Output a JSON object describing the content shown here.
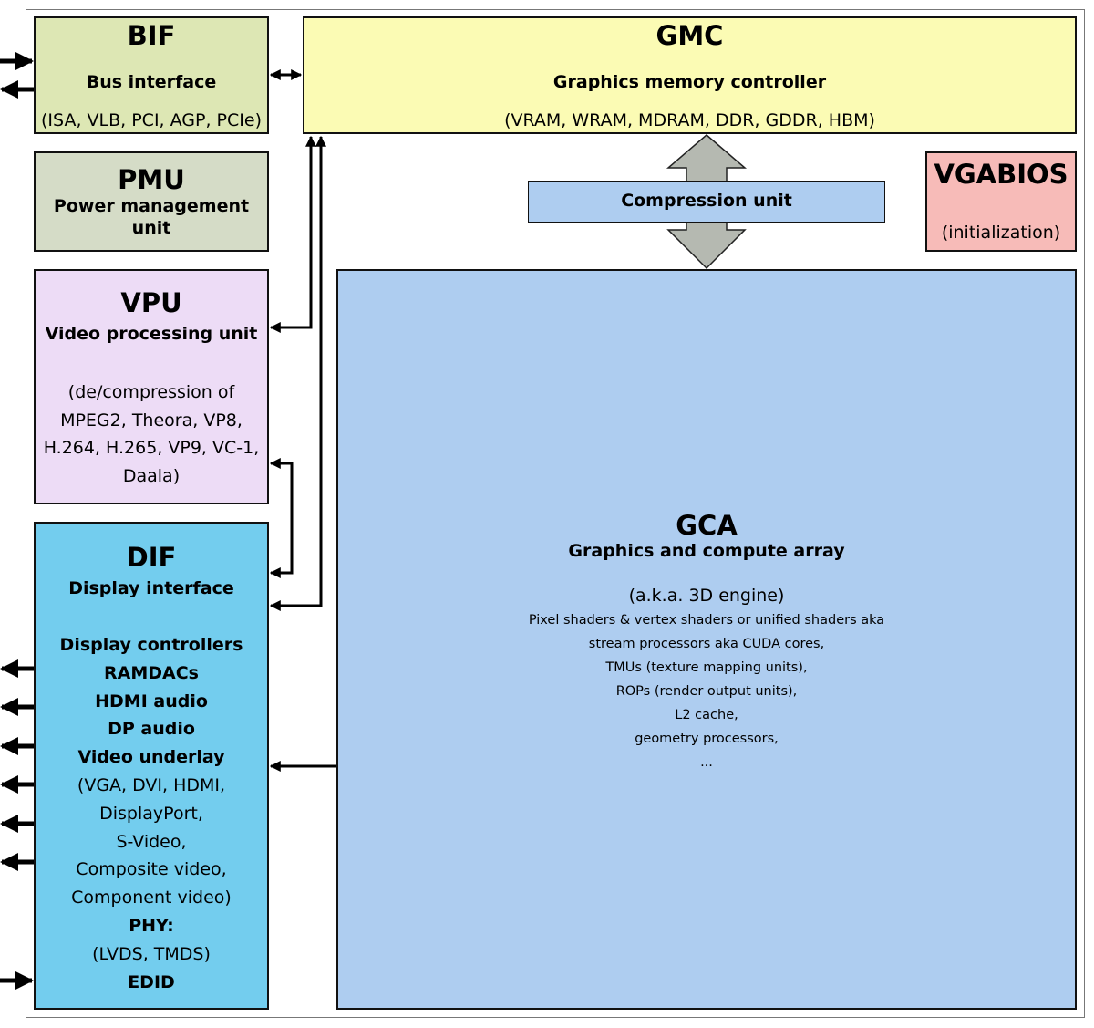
{
  "bif": {
    "acronym": "BIF",
    "name": "Bus interface",
    "detail": "(ISA, VLB, PCI, AGP, PCIe)"
  },
  "gmc": {
    "acronym": "GMC",
    "name": "Graphics memory controller",
    "detail": "(VRAM, WRAM, MDRAM, DDR, GDDR, HBM)"
  },
  "pmu": {
    "acronym": "PMU",
    "name_lines": [
      "Power management",
      "unit"
    ]
  },
  "vgabios": {
    "acronym": "VGABIOS",
    "detail": "(initialization)"
  },
  "compression": {
    "name": "Compression unit"
  },
  "vpu": {
    "acronym": "VPU",
    "name": "Video processing unit",
    "detail_lines": [
      "(de/compression of",
      "MPEG2, Theora, VP8,",
      "H.264, H.265, VP9, VC-1,",
      "Daala)"
    ]
  },
  "dif": {
    "acronym": "DIF",
    "name": "Display interface",
    "items": [
      {
        "text": "Display controllers",
        "bold": true
      },
      {
        "text": "RAMDACs",
        "bold": true
      },
      {
        "text": "HDMI audio",
        "bold": true
      },
      {
        "text": "DP audio",
        "bold": true
      },
      {
        "text": "Video underlay",
        "bold": true
      },
      {
        "text": "(VGA, DVI, HDMI,",
        "bold": false
      },
      {
        "text": "DisplayPort,",
        "bold": false
      },
      {
        "text": "S-Video,",
        "bold": false
      },
      {
        "text": "Composite video,",
        "bold": false
      },
      {
        "text": "Component video)",
        "bold": false
      },
      {
        "text": "PHY:",
        "bold": true
      },
      {
        "text": "(LVDS, TMDS)",
        "bold": false
      },
      {
        "text": "EDID",
        "bold": true
      }
    ]
  },
  "gca": {
    "acronym": "GCA",
    "name": "Graphics and compute array",
    "aka": "(a.k.a. 3D engine)",
    "detail_lines": [
      "Pixel shaders & vertex shaders or unified shaders aka",
      "stream processors aka CUDA cores,",
      "TMUs (texture mapping units),",
      "ROPs (render output units),",
      "L2 cache,",
      "geometry processors,",
      "..."
    ]
  },
  "colors": {
    "bif": "#dde7b4",
    "gmc": "#fbfbb4",
    "pmu": "#d5dcc7",
    "vgabios": "#f7bbb8",
    "compression": "#aecdf0",
    "vpu": "#eddcf6",
    "dif": "#73cdee",
    "gca": "#aecdf0",
    "bus_arrow": "#b5b9b1"
  }
}
